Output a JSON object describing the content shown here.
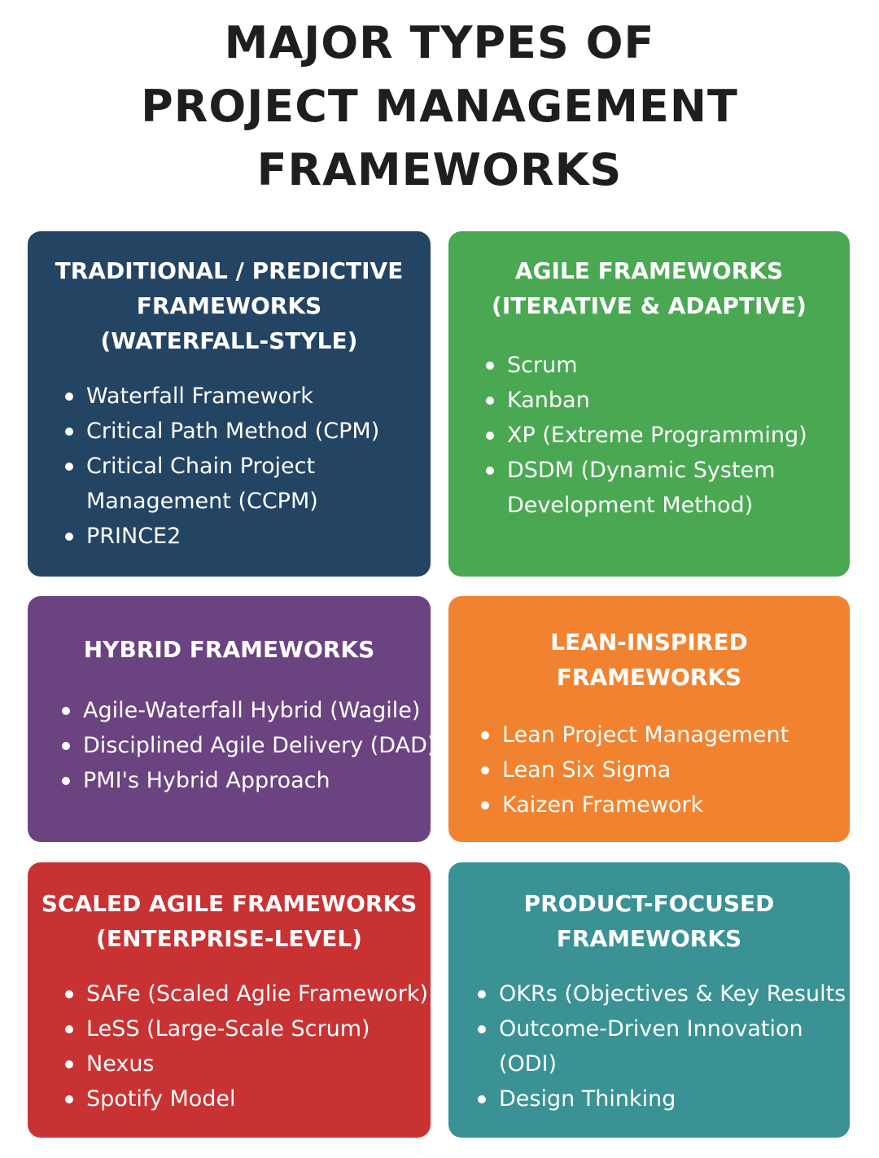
{
  "title": {
    "lines": [
      "MAJOR TYPES OF",
      "PROJECT MANAGEMENT",
      "FRAMEWORKS"
    ]
  },
  "colors": {
    "traditional": "#244463",
    "agile": "#4aa853",
    "hybrid": "#6b4380",
    "lean": "#f18330",
    "scaled": "#c93233",
    "product": "#3a9294"
  },
  "cards": [
    {
      "heading": [
        "TRADITIONAL / PREDICTIVE",
        "FRAMEWORKS",
        "(WATERFALL-STYLE)"
      ],
      "items": [
        "Waterfall Framework",
        "Critical Path Method (CPM)",
        "Critical Chain Project",
        "Management (CCPM)",
        "PRINCE2"
      ]
    },
    {
      "heading": [
        "AGILE FRAMEWORKS",
        "(ITERATIVE & ADAPTIVE)"
      ],
      "items": [
        "Scrum",
        "Kanban",
        "XP (Extreme Programming)",
        "DSDM (Dynamic System",
        "Development Method)"
      ]
    },
    {
      "heading": [
        "HYBRID FRAMEWORKS"
      ],
      "items": [
        "Agile-Waterfall Hybrid (Wagile)",
        "Disciplined Agile Delivery (DAD)",
        "PMI's Hybrid Approach"
      ]
    },
    {
      "heading": [
        "LEAN-INSPIRED",
        "FRAMEWORKS"
      ],
      "items": [
        "Lean Project Management",
        "Lean Six Sigma",
        "Kaizen Framework"
      ]
    },
    {
      "heading": [
        "SCALED AGILE FRAMEWORKS",
        "(ENTERPRISE-LEVEL)"
      ],
      "items": [
        "SAFe (Scaled Aglie Framework)",
        "LeSS (Large-Scale Scrum)",
        "Nexus",
        "Spotify Model"
      ]
    },
    {
      "heading": [
        "PRODUCT-FOCUSED",
        "FRAMEWORKS"
      ],
      "items": [
        "OKRs (Objectives & Key Results",
        "Outcome-Driven Innovation",
        "(ODI)",
        "Design Thinking"
      ]
    }
  ]
}
